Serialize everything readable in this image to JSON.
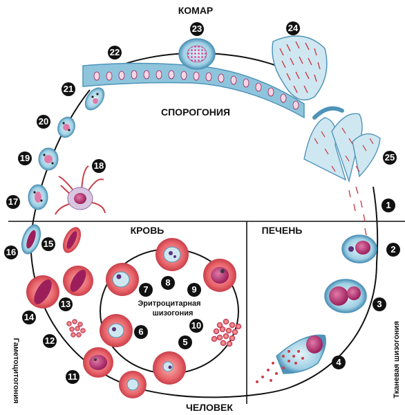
{
  "regions": {
    "mosquito": "КОМАР",
    "sporogony": "СПОРОГОНИЯ",
    "blood": "КРОВЬ",
    "liver": "ПЕЧЕНЬ",
    "human": "ЧЕЛОВЕК",
    "erythrocytic_line1": "Эритроцитарная",
    "erythrocytic_line2": "шизогония",
    "tissue_schizogony": "Тканевая шизогония",
    "gametocytogony": "Гаметоцитогония"
  },
  "markers": {
    "white": [
      "1",
      "2",
      "3",
      "4",
      "5",
      "6",
      "7",
      "8",
      "9",
      "10",
      "11",
      "12",
      "13",
      "14",
      "15",
      "16",
      "17",
      "18",
      "19",
      "20",
      "21",
      "22",
      "23",
      "24",
      "25"
    ],
    "black": [
      "1",
      "2",
      "3",
      "4",
      "5",
      "6",
      "7",
      "8",
      "9",
      "10",
      "11",
      "12",
      "13",
      "14",
      "15",
      "16",
      "17",
      "18",
      "19",
      "20",
      "21",
      "22",
      "23",
      "24",
      "25"
    ]
  },
  "colors": {
    "erythrocyte": "#e8646a",
    "erythrocyte_dark": "#c93f4a",
    "cell_blue": "#8ec5dc",
    "cell_blue_dark": "#4f93b8",
    "nucleus": "#b0286a",
    "line": "#111111"
  }
}
